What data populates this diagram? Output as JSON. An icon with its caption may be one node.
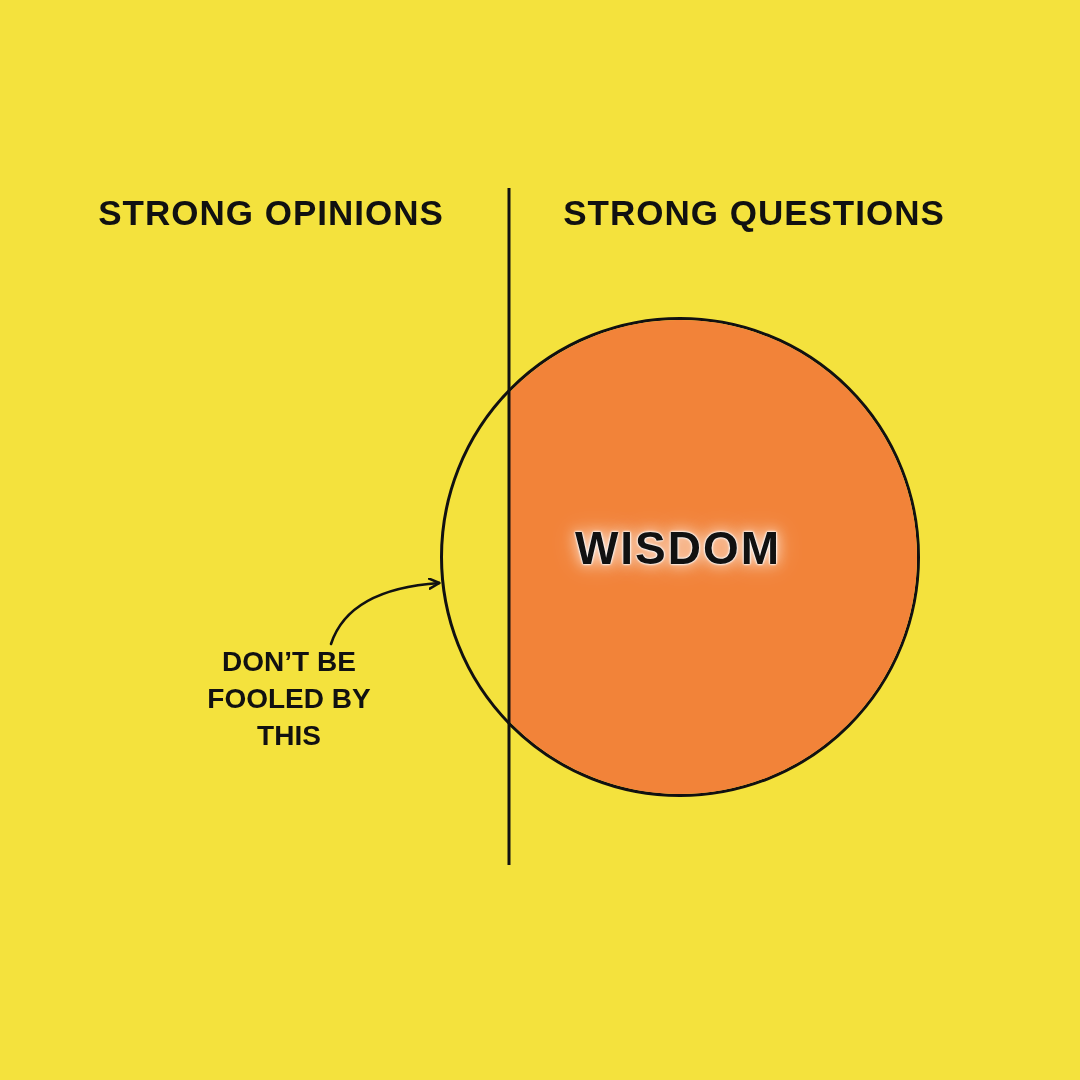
{
  "diagram": {
    "nodes": [
      {
        "text": [],
        "shape": "circle"
      },
      {
        "text": [
          "WISDOM"
        ],
        "in": 0
      },
      {
        "text": [
          "DON’T BE FOOLED BY THIS"
        ]
      }
    ],
    "edges": [
      {
        "from": 2,
        "to": 0,
        "arrow": "to"
      }
    ],
    "labels": [
      "STRONG OPINIONS",
      "STRONG QUESTIONS"
    ]
  }
}
